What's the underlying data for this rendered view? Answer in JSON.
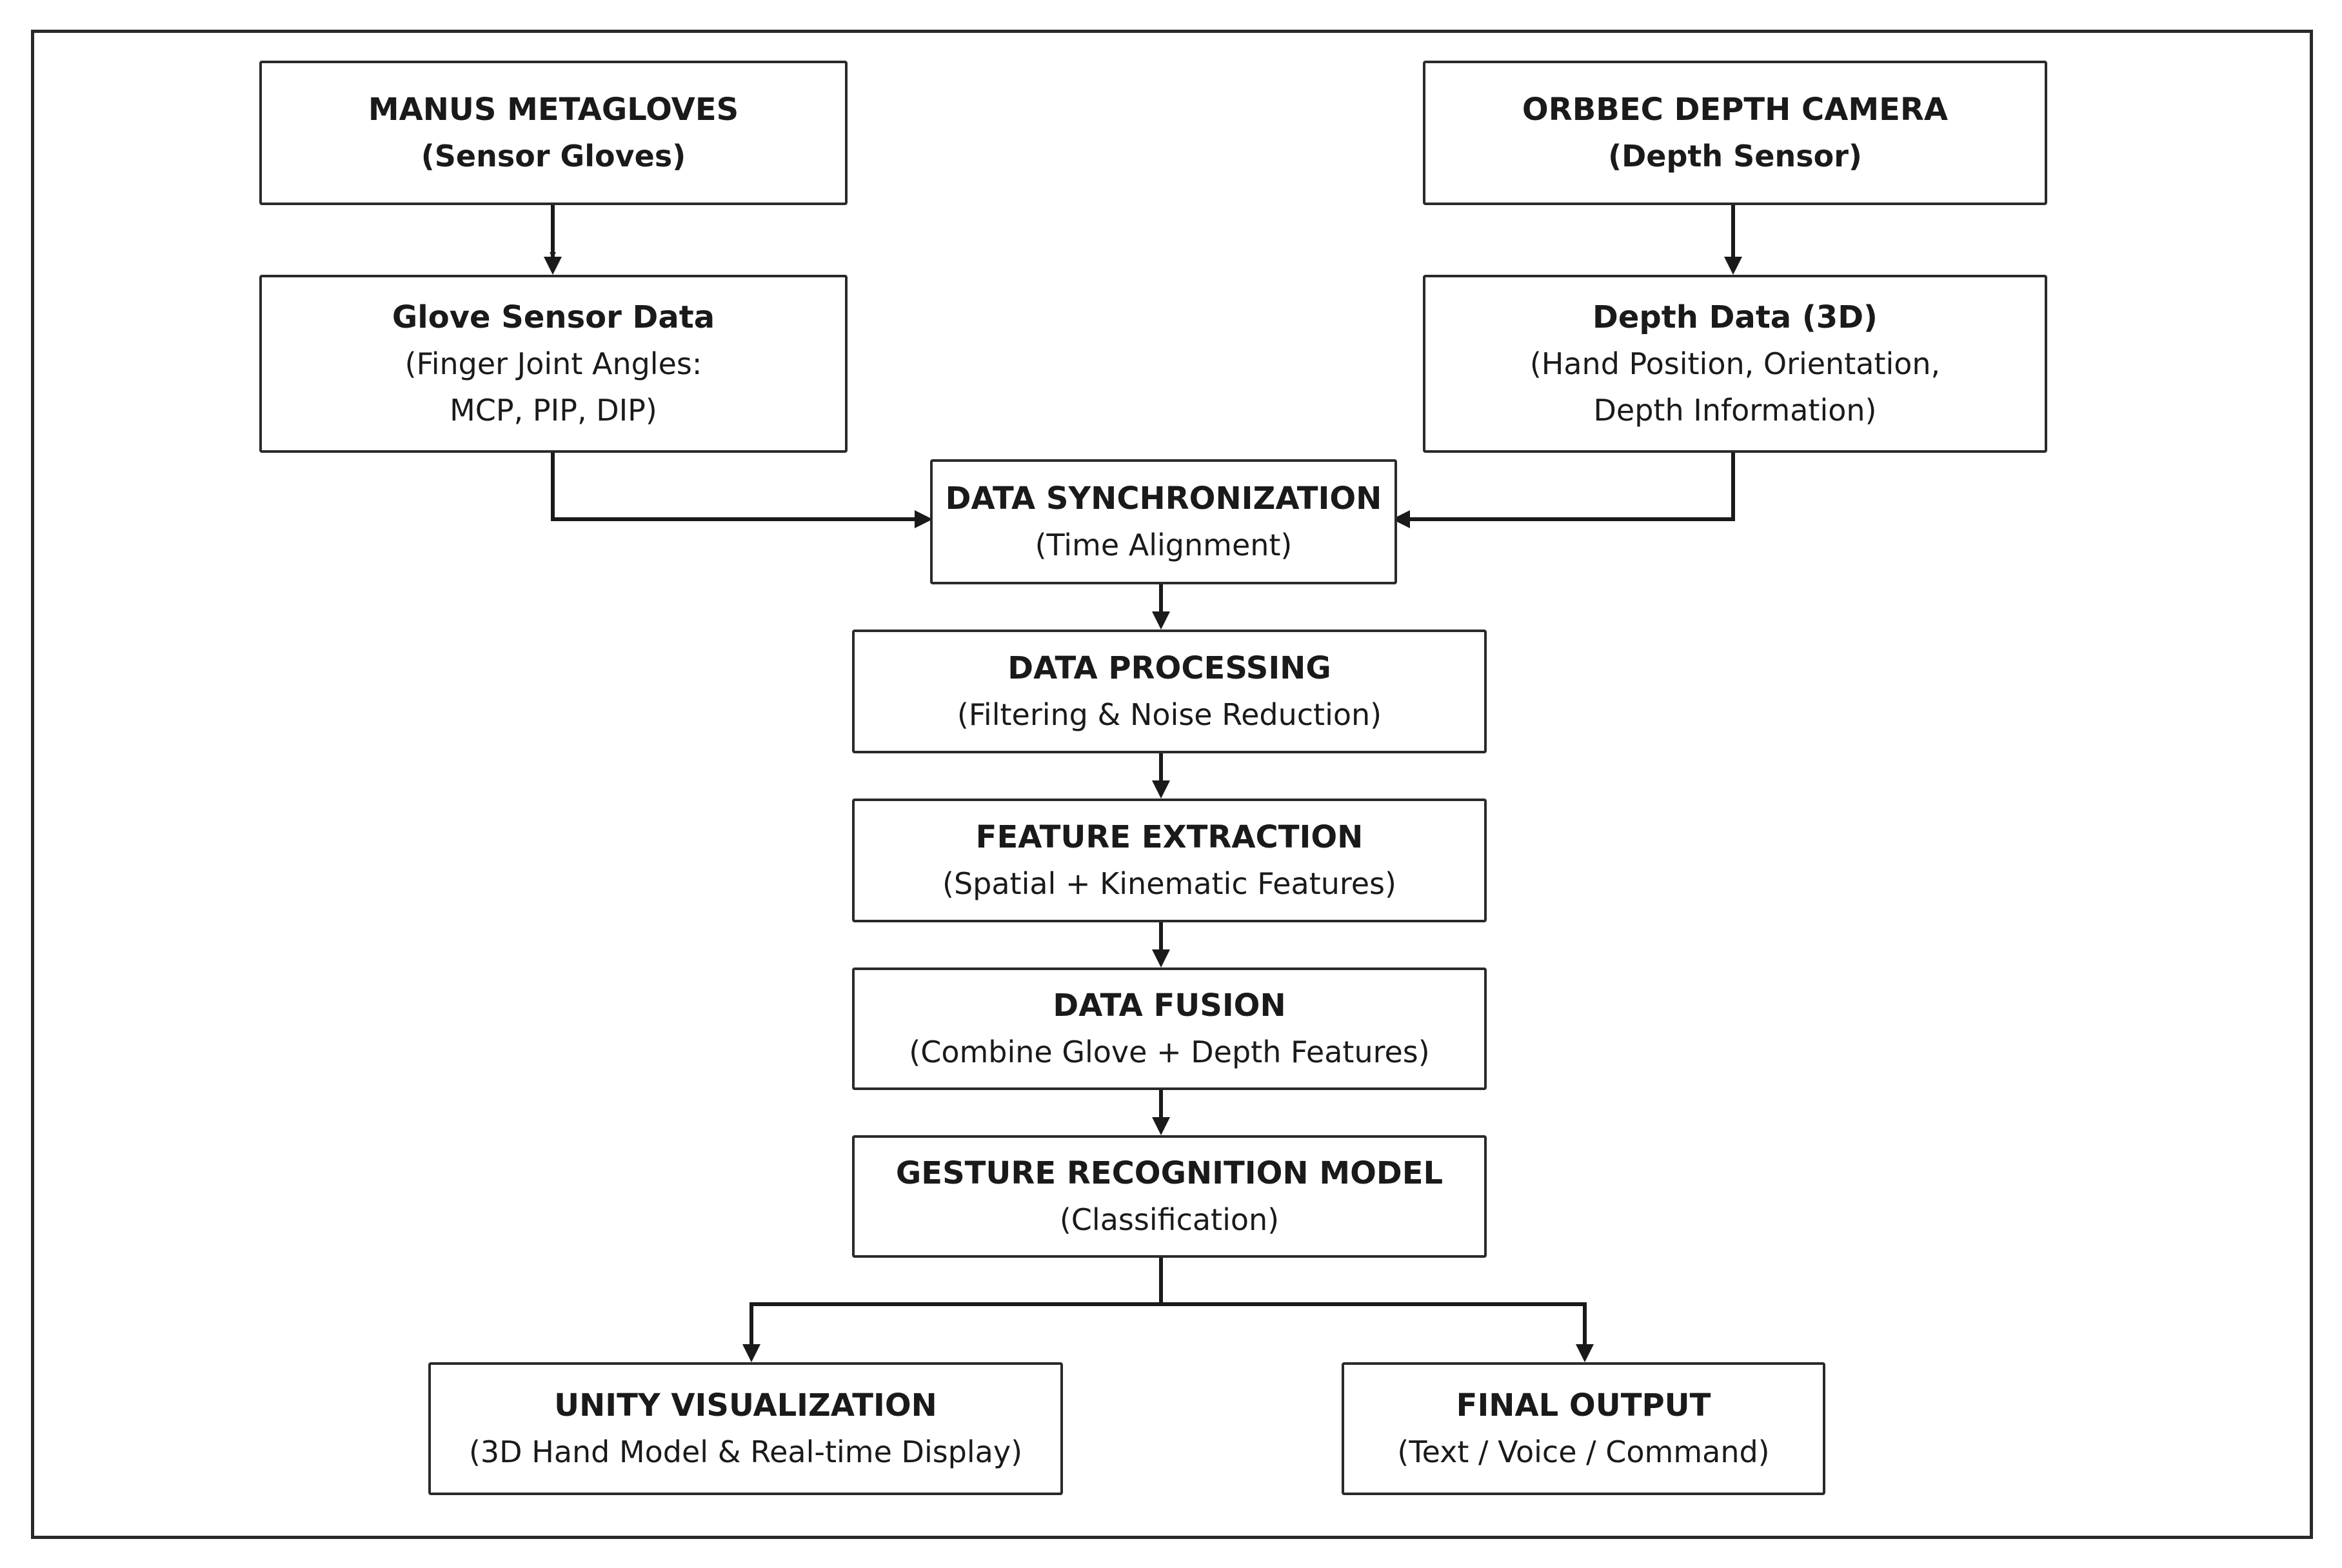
{
  "nodes": {
    "manus": {
      "title": "MANUS METAGLOVES",
      "sub": "(Sensor Gloves)"
    },
    "orbbec": {
      "title": "ORBBEC DEPTH CAMERA",
      "sub": "(Depth Sensor)"
    },
    "glove_data": {
      "title": "Glove Sensor Data",
      "sub": "(Finger Joint Angles:\nMCP, PIP, DIP)"
    },
    "depth_data": {
      "title": "Depth Data (3D)",
      "sub": "(Hand Position, Orientation,\nDepth Information)"
    },
    "sync": {
      "title": "DATA SYNCHRONIZATION",
      "sub": "(Time Alignment)"
    },
    "processing": {
      "title": "DATA PROCESSING",
      "sub": "(Filtering & Noise Reduction)"
    },
    "features": {
      "title": "FEATURE EXTRACTION",
      "sub": "(Spatial + Kinematic Features)"
    },
    "fusion": {
      "title": "DATA FUSION",
      "sub": "(Combine Glove + Depth Features)"
    },
    "gesture": {
      "title": "GESTURE RECOGNITION MODEL",
      "sub": "(Classification)"
    },
    "unity": {
      "title": "UNITY VISUALIZATION",
      "sub": "(3D Hand Model & Real-time Display)"
    },
    "output": {
      "title": "FINAL OUTPUT",
      "sub": "(Text / Voice / Command)"
    }
  }
}
